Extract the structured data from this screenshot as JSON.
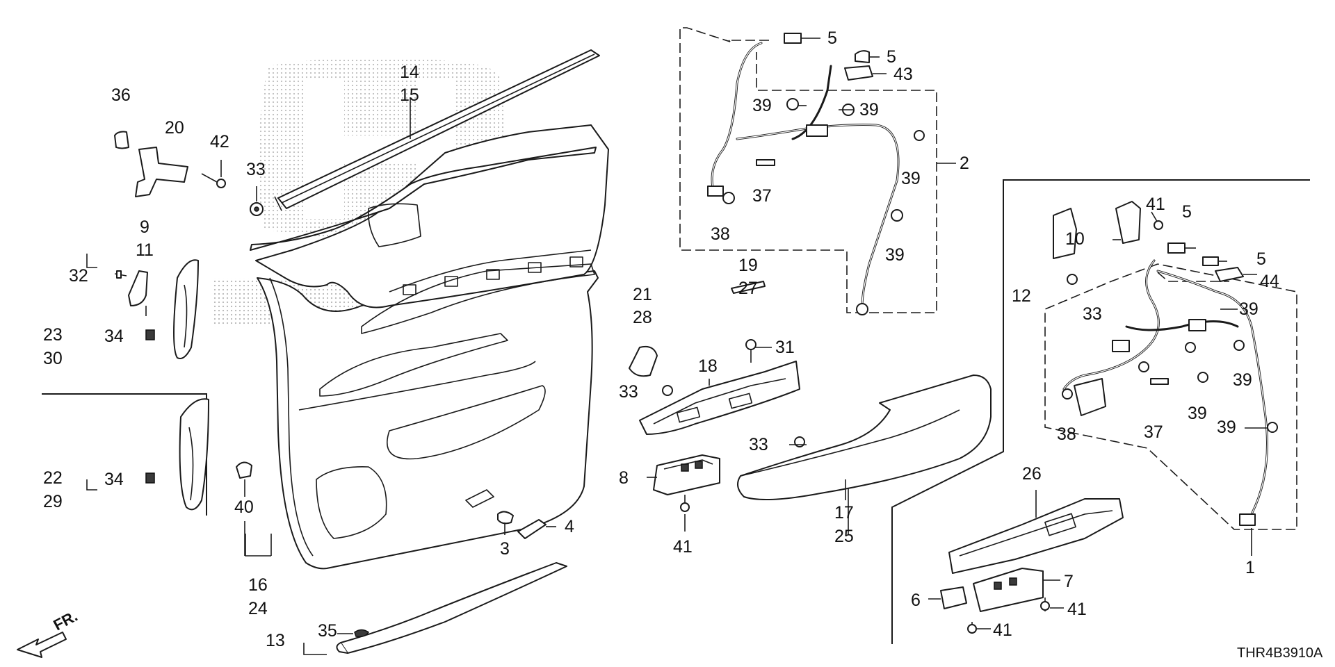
{
  "diagram": {
    "code": "THR4B3910A",
    "direction": "FR.",
    "labels": {
      "l36": "36",
      "l20": "20",
      "l42": "42",
      "l33a": "33",
      "l14": "14",
      "l15": "15",
      "l9": "9",
      "l11": "11",
      "l32": "32",
      "l23": "23",
      "l30": "30",
      "l34a": "34",
      "l22": "22",
      "l29": "29",
      "l34b": "34",
      "l40": "40",
      "l16": "16",
      "l24": "24",
      "l13": "13",
      "l35": "35",
      "l3": "3",
      "l4": "4",
      "l5a": "5",
      "l5b": "5",
      "l43": "43",
      "l39a": "39",
      "l39b": "39",
      "l39c": "39",
      "l39d": "39",
      "l2": "2",
      "l37a": "37",
      "l38a": "38",
      "l19": "19",
      "l27": "27",
      "l21": "21",
      "l28": "28",
      "l31": "31",
      "l18": "18",
      "l33b": "33",
      "l33c": "33",
      "l8": "8",
      "l41a": "41",
      "l17": "17",
      "l25": "25",
      "l41b": "41",
      "l5c": "5",
      "l10": "10",
      "l5d": "5",
      "l12": "12",
      "l33d": "33",
      "l44": "44",
      "l39e": "39",
      "l39f": "39",
      "l39g": "39",
      "l39h": "39",
      "l38b": "38",
      "l37b": "37",
      "l1": "1",
      "l26": "26",
      "l7": "7",
      "l6": "6",
      "l41c": "41",
      "l41d": "41"
    }
  }
}
